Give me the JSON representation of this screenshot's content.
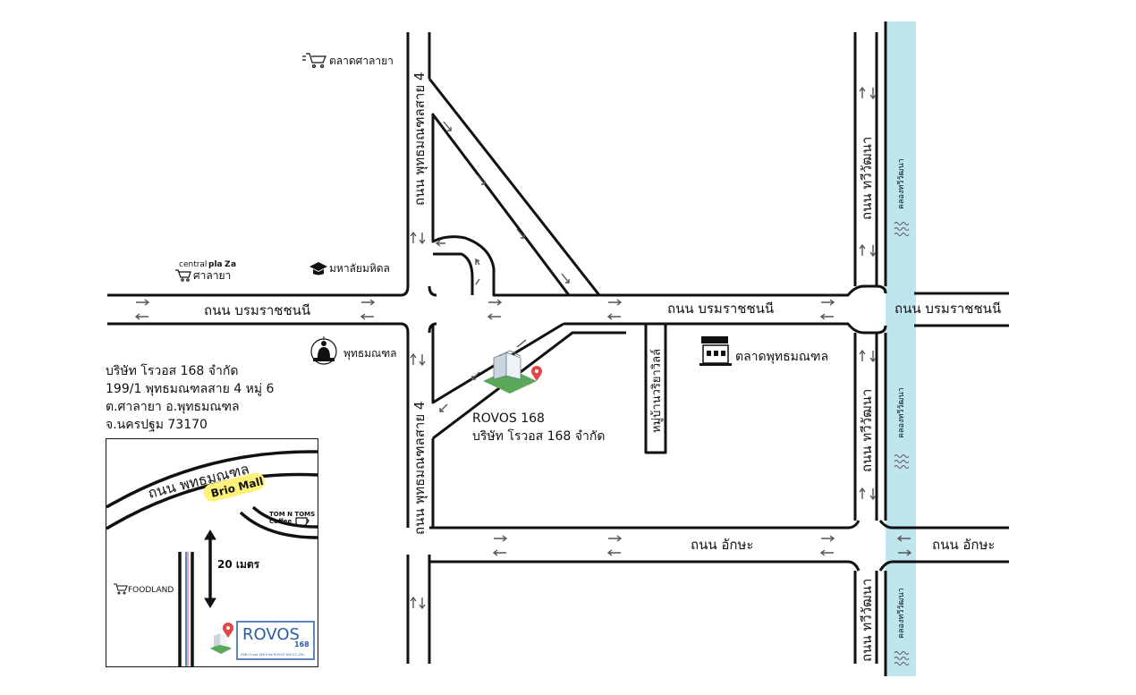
{
  "roads": {
    "borommaratchachonnani_left": "ถนน บรมราชชนนี",
    "borommaratchachonnani_mid": "ถนน บรมราชชนนี",
    "borommaratchachonnani_right": "ถนน บรมราชชนนี",
    "phutthamonthon_sai4_upper": "ถนน พุทธมณฑลสาย 4",
    "phutthamonthon_sai4_lower": "ถนน พุทธมณฑลสาย 4",
    "thawiwatthana_upper": "ถนน ทวีวัฒนา",
    "thawiwatthana_mid": "ถนน ทวีวัฒนา",
    "thawiwatthana_lower": "ถนน ทวีวัฒนา",
    "akkhaya_mid": "ถนน อักษะ",
    "akkhaya_right": "ถนน อักษะ",
    "village_lane": "หมู่บ้านวริยาวิลล์"
  },
  "canal": {
    "label_upper": "คลองทวีวัฒนา",
    "label_mid": "คลองทวีวัฒนา",
    "label_lower": "คลองทวีวัฒนา",
    "color": "#bfe5ef"
  },
  "pois": {
    "salaya_market": "ตลาดศาลายา",
    "central_plaza_brand_a": "central",
    "central_plaza_brand_b": "pla",
    "central_plaza_brand_c": "Z",
    "central_plaza_brand_d": "a",
    "central_plaza_sub": "ศาลายา",
    "mahidol": "มหาลัยมหิดล",
    "phutthamonthon": "พุทธมณฑล",
    "phutthamonthon_market": "ตลาดพุทธมณฑล",
    "rovos_name": "ROVOS 168",
    "rovos_company": "บริษัท โรวอส 168 จำกัด"
  },
  "address": {
    "line1": "บริษัท โรวอส 168 จำกัด",
    "line2": "199/1 พุทธมณฑลสาย 4 หมู่ 6",
    "line3": "ต.ศาลายา อ.พุทธมณฑล",
    "line4": "จ.นครปฐม 73170"
  },
  "inset": {
    "road": "ถนน พุทธมณฑล",
    "brio_mall": "Brio Mall",
    "tomntoms_a": "TOM N TOMS",
    "tomntoms_b": "Coffee",
    "distance": "20 เมตร",
    "foodland": "FOODLAND",
    "logo_text": "ROVOS",
    "logo_num": "168",
    "logo_sub": "บริษัท โรวอส 168 จำกัด ROVOS 168 CO.,LTD."
  },
  "colors": {
    "road_line": "#111111",
    "pin": "#e04848",
    "brio_highlight": "#fff27a",
    "logo_blue": "#2a5fa8",
    "building_green": "#5aa85a"
  },
  "icons": [
    "shopping-cart-icon",
    "graduation-cap-icon",
    "buddha-icon",
    "market-stall-icon",
    "map-pin-icon",
    "building-icon",
    "coffee-cup-icon",
    "water-waves-icon"
  ]
}
